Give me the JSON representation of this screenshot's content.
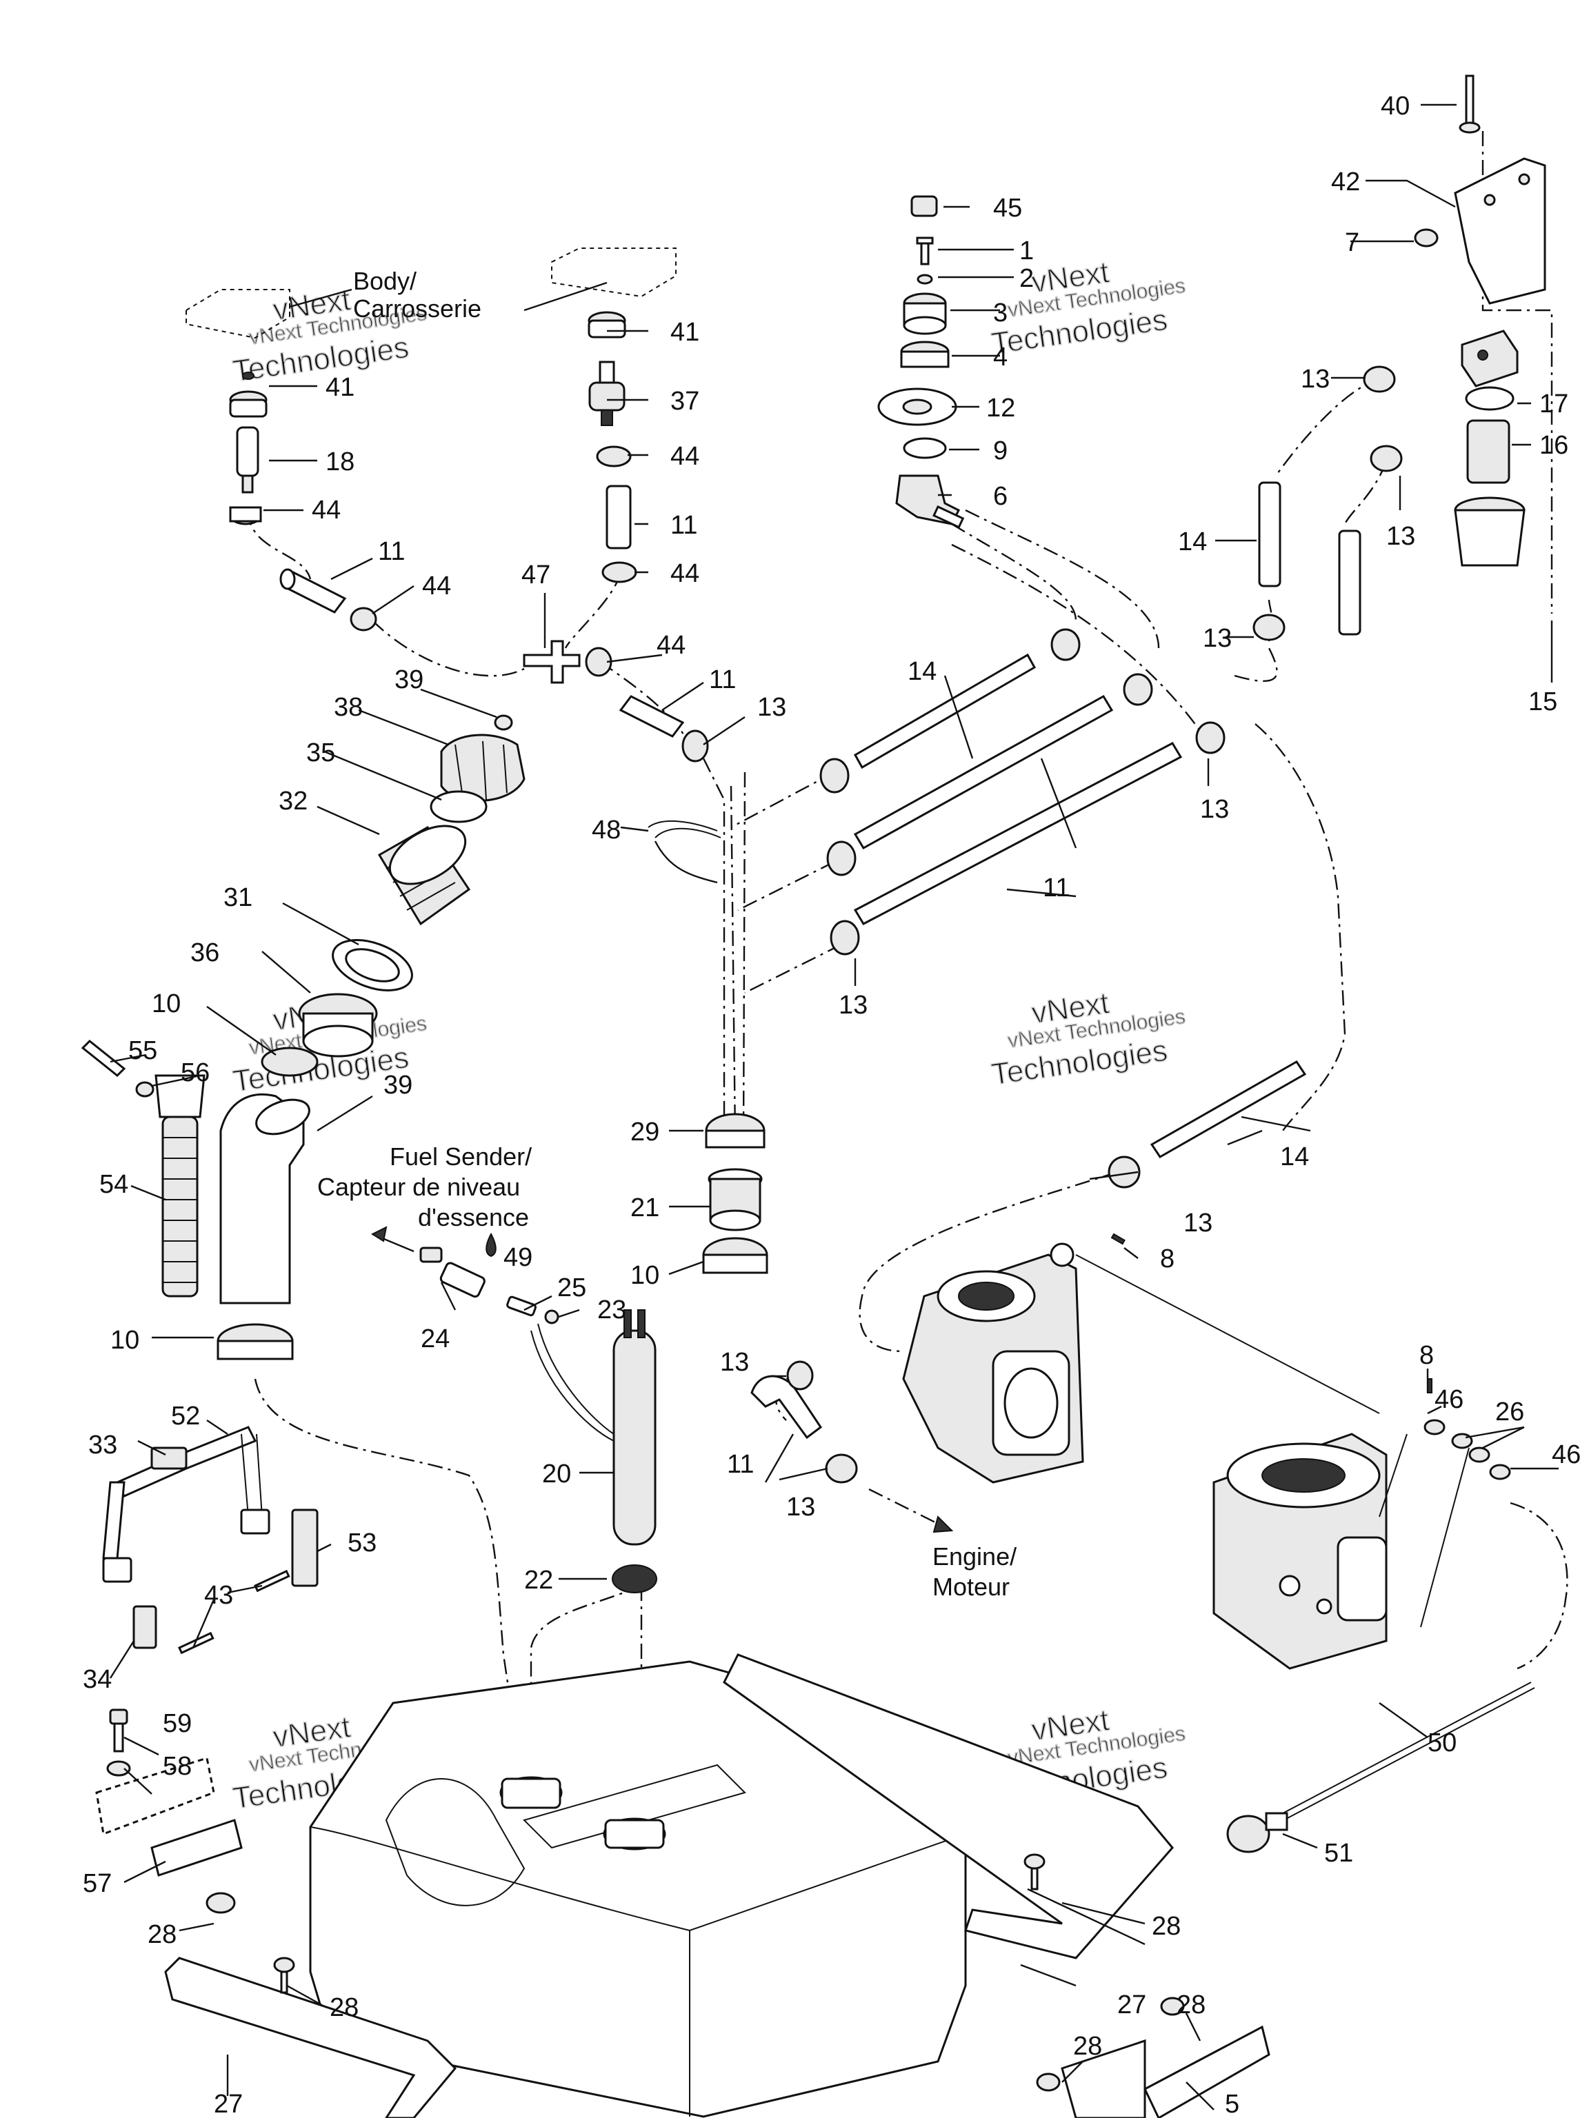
{
  "labels": {
    "body": "Body/\nCarrosserie",
    "fuel_sender": "Fuel Sender/\nCapteur de niveau\nd'essence",
    "engine": "Engine/\nMoteur"
  },
  "watermark": {
    "line1": "vNext",
    "line2": "Technologies",
    "small": "vNext Technologies"
  },
  "callouts": [
    "1",
    "2",
    "3",
    "4",
    "5",
    "6",
    "7",
    "8",
    "9",
    "10",
    "11",
    "12",
    "13",
    "14",
    "15",
    "16",
    "17",
    "18",
    "20",
    "21",
    "22",
    "23",
    "24",
    "25",
    "26",
    "27",
    "28",
    "29",
    "31",
    "32",
    "33",
    "34",
    "35",
    "36",
    "37",
    "38",
    "39",
    "40",
    "41",
    "42",
    "43",
    "44",
    "45",
    "46",
    "47",
    "48",
    "49",
    "50",
    "51",
    "52",
    "53",
    "54",
    "55",
    "56",
    "57",
    "58",
    "59"
  ]
}
